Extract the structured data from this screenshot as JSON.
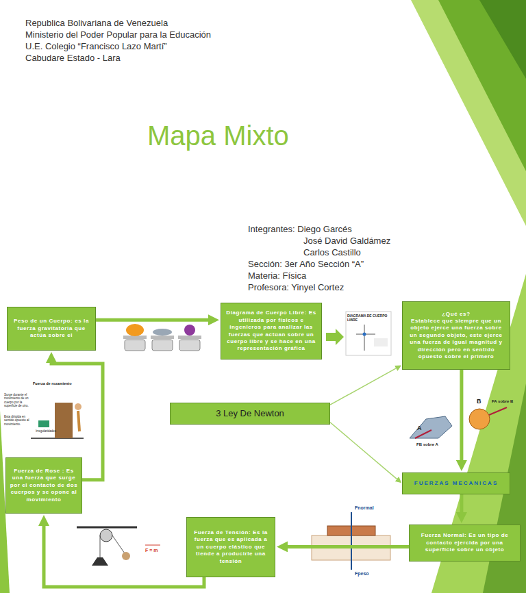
{
  "diagram": {
    "title": "Mapa Mixto",
    "nodes": [
      {
        "text": [
          "Peso de un Cuerpo: es la fuerza gravitatoria que actúa sobre el"
        ]
      },
      {
        "text": [
          "Diagrama de Cuerpo Libre: Es utilizada por físicos e ingenieros para analizar las fuerzas que actúan sobre un cuerpo libre y se hace en una representación gráfica"
        ]
      },
      {
        "text": [
          "¿Qué es?",
          "Establece que siempre que un objeto ejerce una fuerza sobre un segundo objeto, este ejerce una fuerza de igual magnitud y dirección pero en sentido opuesto sobre el primero"
        ]
      },
      {
        "text": [
          "3 Ley De Newton"
        ]
      },
      {
        "text": [
          "FUERZAS MECANICAS"
        ]
      },
      {
        "text": [
          "Fuerza Normal: Es un tipo de contacto ejercida por una superficie sobre un objeto"
        ]
      },
      {
        "text": [
          "Fuerza de Tensión: Es la fuerza que es aplicada a un cuerpo elástico que tiende a producirle una tensión"
        ]
      },
      {
        "text": [
          "Fuerza de Rose : Es una fuerza que surge por el contacto de dos cuerpos y se opone al movimiento"
        ]
      }
    ],
    "edges": [
      {
        "from": 3,
        "to": 2,
        "arrow": "to"
      },
      {
        "from": 3,
        "to": 4,
        "arrow": "to"
      },
      {
        "from": 2,
        "to": 4,
        "arrow": "to"
      },
      {
        "from": 4,
        "to": 5,
        "arrow": "to"
      },
      {
        "from": 5,
        "to": 6,
        "arrow": "to"
      },
      {
        "from": 6,
        "to": 7,
        "arrow": "to"
      },
      {
        "from": 7,
        "to": 0,
        "arrow": "to"
      },
      {
        "from": 0,
        "to": 1,
        "arrow": "to"
      }
    ],
    "labels": [
      "Republica Bolivariana de Venezuela",
      "Ministerio del Poder Popular para la Educación",
      "U.E. Colegio “Francisco Lazo Martí”",
      "Cabudare Estado - Lara",
      "Integrantes: Diego Garcés",
      "José David Galdámez",
      "Carlos Castillo",
      "Sección: 3er Año Sección “A”",
      "Materia: Física",
      "Profesora: Yinyel Cortez",
      "DIAGRAMA DE CUERPO LIBRE",
      "B",
      "FA sobre B",
      "A",
      "FB sobre A",
      "Fnormal",
      "Fpeso",
      "F = m",
      "Fuerza de rozamiento",
      "Surge durante el movimiento de un cuerpo por la superficie de otro.",
      "Esta dirigida en sentido opuesto al movimiento.",
      "Irregularidades"
    ]
  }
}
